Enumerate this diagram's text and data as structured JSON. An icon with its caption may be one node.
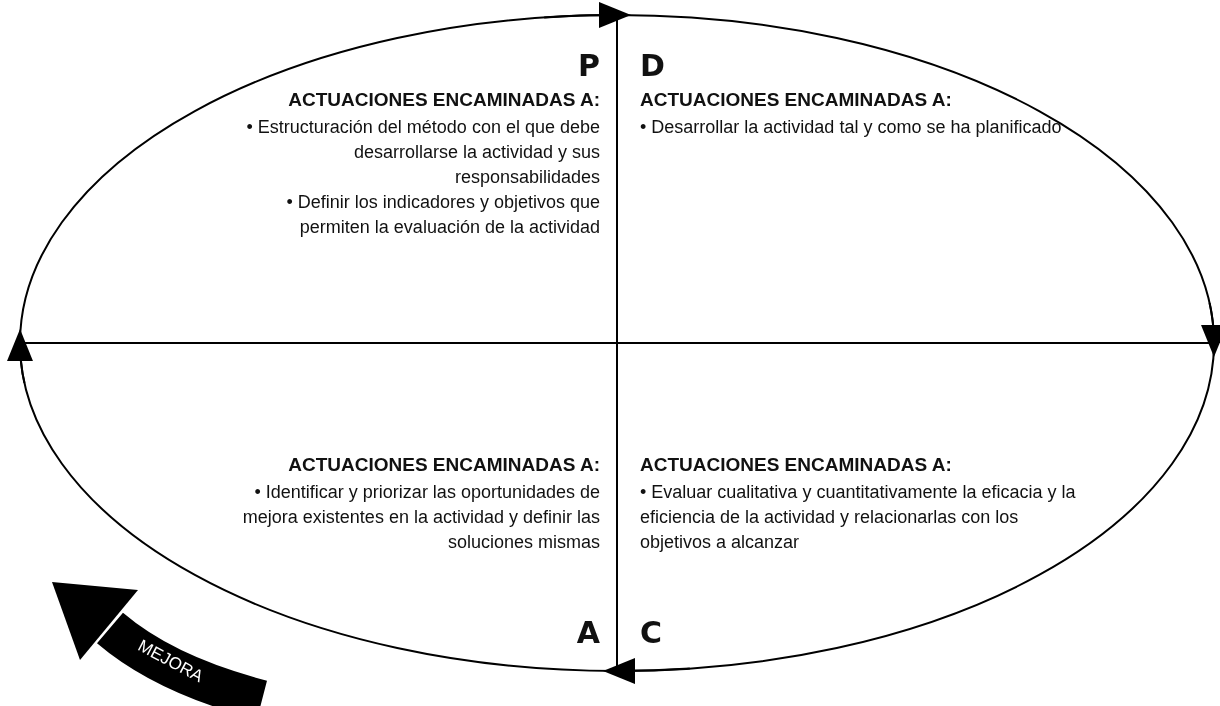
{
  "diagram": {
    "nodes": [
      {
        "text": [
          "P",
          "ACTUACIONES ENCAMINADAS A:",
          "• Estructuración del método con el que debe desarrollarse la actividad y sus responsabilidades",
          "• Definir los indicadores y objetivos que permiten la evaluación de la actividad"
        ]
      },
      {
        "text": [
          "D",
          "ACTUACIONES ENCAMINADAS A:",
          "• Desarrollar la actividad tal y como se ha planificado"
        ]
      },
      {
        "text": [
          "ACTUACIONES ENCAMINADAS A:",
          "• Identificar y priorizar las oportunidades de mejora existentes en la actividad y definir las soluciones mismas",
          "A"
        ]
      },
      {
        "text": [
          "ACTUACIONES ENCAMINADAS A:",
          "• Evaluar cualitativa y cuantitativamente la eficacia y la eficiencia de la actividad y relacionarlas con los objetivos a alcanzar",
          "C"
        ]
      }
    ],
    "edges": [
      {
        "from": 0,
        "to": 1,
        "arrow": "to"
      },
      {
        "from": 1,
        "to": 3,
        "arrow": "to"
      },
      {
        "from": 3,
        "to": 2,
        "arrow": "to"
      },
      {
        "from": 2,
        "to": 0,
        "arrow": "to"
      }
    ],
    "labels": [
      "MEJORA"
    ]
  }
}
